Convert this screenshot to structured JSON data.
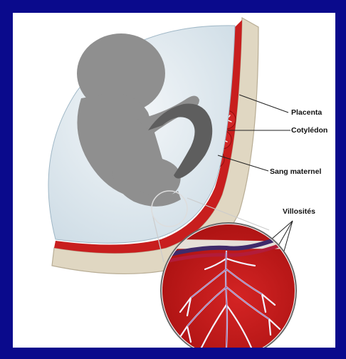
{
  "labels": {
    "placenta": "Placenta",
    "cotyledon": "Cotylédon",
    "sang_maternel": "Sang maternel",
    "villosites": "Villosités"
  },
  "colors": {
    "frame": "#0a0a8c",
    "uterine_wall": "#e0d7c2",
    "placenta_red": "#c81e1e",
    "amniotic": "#dfe9ef",
    "fetus": "#8f8f8f",
    "villi": "#ffffff",
    "vessel": "#4a2a6a"
  }
}
